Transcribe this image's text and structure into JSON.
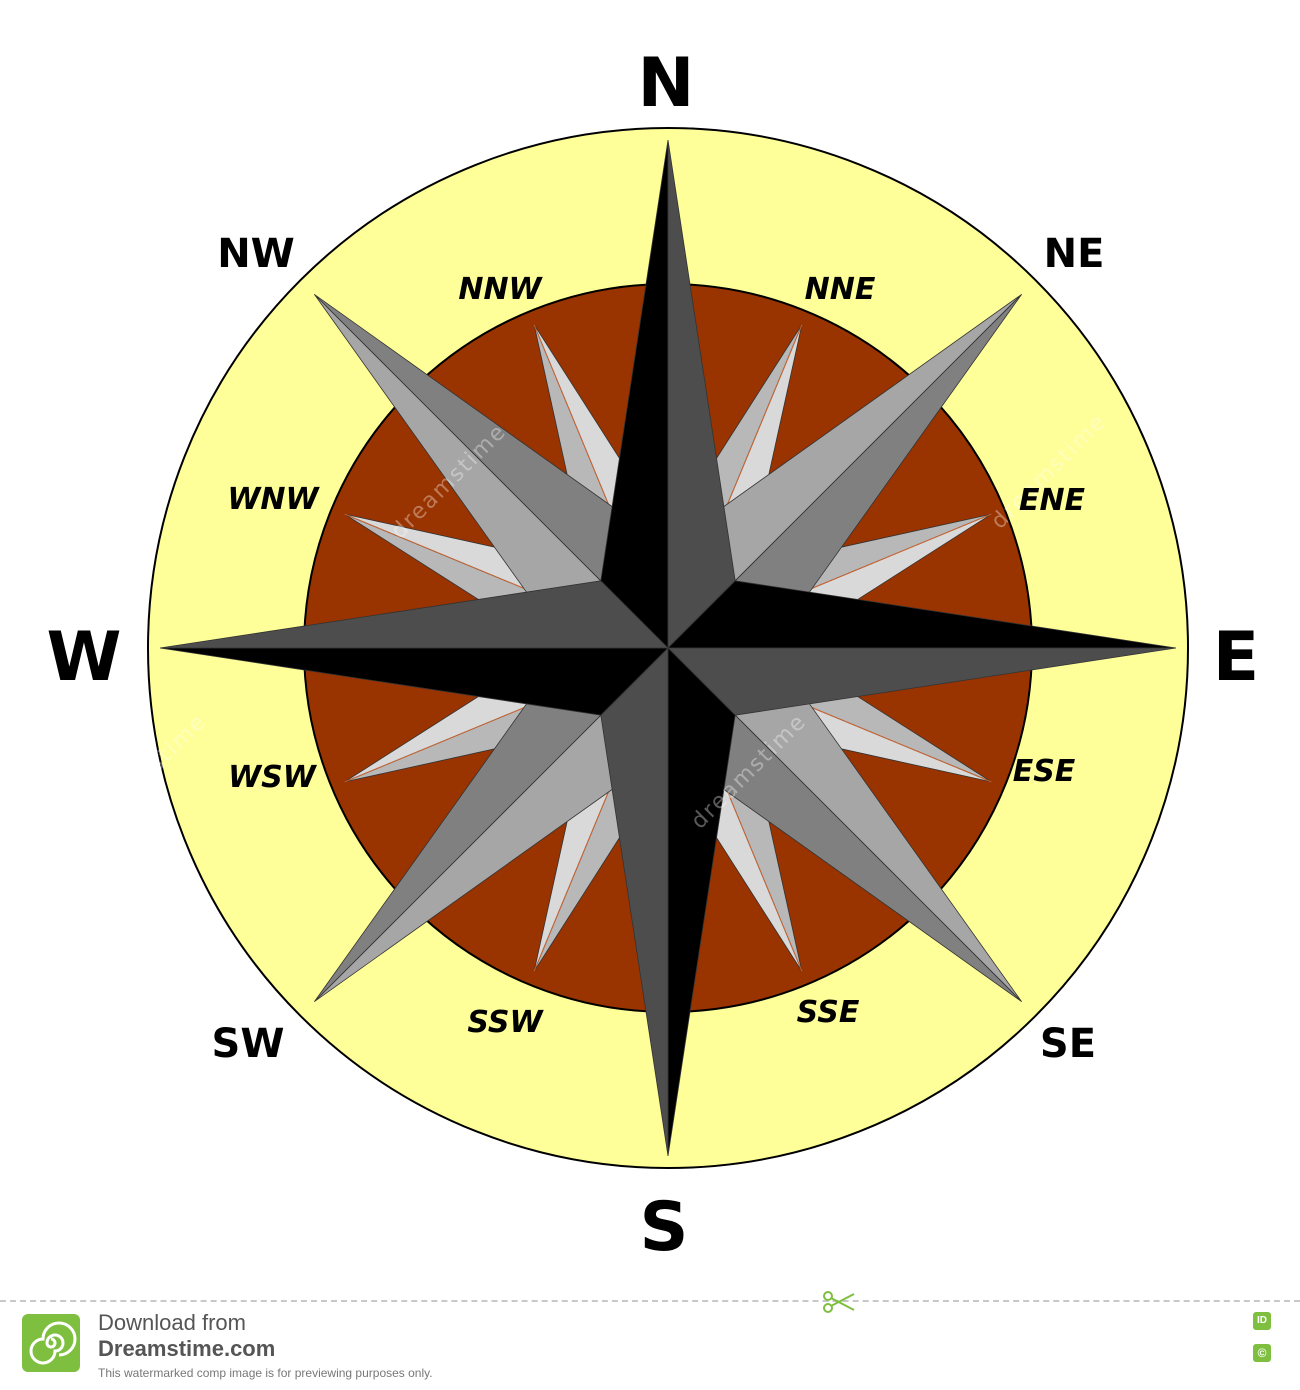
{
  "compass": {
    "cardinals": {
      "n": "N",
      "e": "E",
      "s": "S",
      "w": "W"
    },
    "intercardinals": {
      "ne": "NE",
      "se": "SE",
      "sw": "SW",
      "nw": "NW"
    },
    "minor": {
      "nne": "NNE",
      "ene": "ENE",
      "ese": "ESE",
      "sse": "SSE",
      "ssw": "SSW",
      "wsw": "WSW",
      "wnw": "WNW",
      "nnw": "NNW"
    },
    "colors": {
      "outer_ring": "#ffff99",
      "inner_disc": "#993300",
      "point_dark": "#000000",
      "point_mid": "#4d4d4d",
      "point_gray_dark": "#808080",
      "point_gray_light": "#a6a6a6",
      "point_pale_dark": "#b8b8b8",
      "point_pale_light": "#d9d9d9",
      "accent_line": "#cc6633"
    }
  },
  "watermark": {
    "text": "dreamstime"
  },
  "footer": {
    "line1": "Download from",
    "line2": "Dreamstime.com",
    "line3": "This watermarked comp image is for previewing purposes only.",
    "id_badge": "ID",
    "copyright_badge": "©",
    "icons": [
      "dreamstime-logo-icon",
      "scissors-icon"
    ]
  }
}
